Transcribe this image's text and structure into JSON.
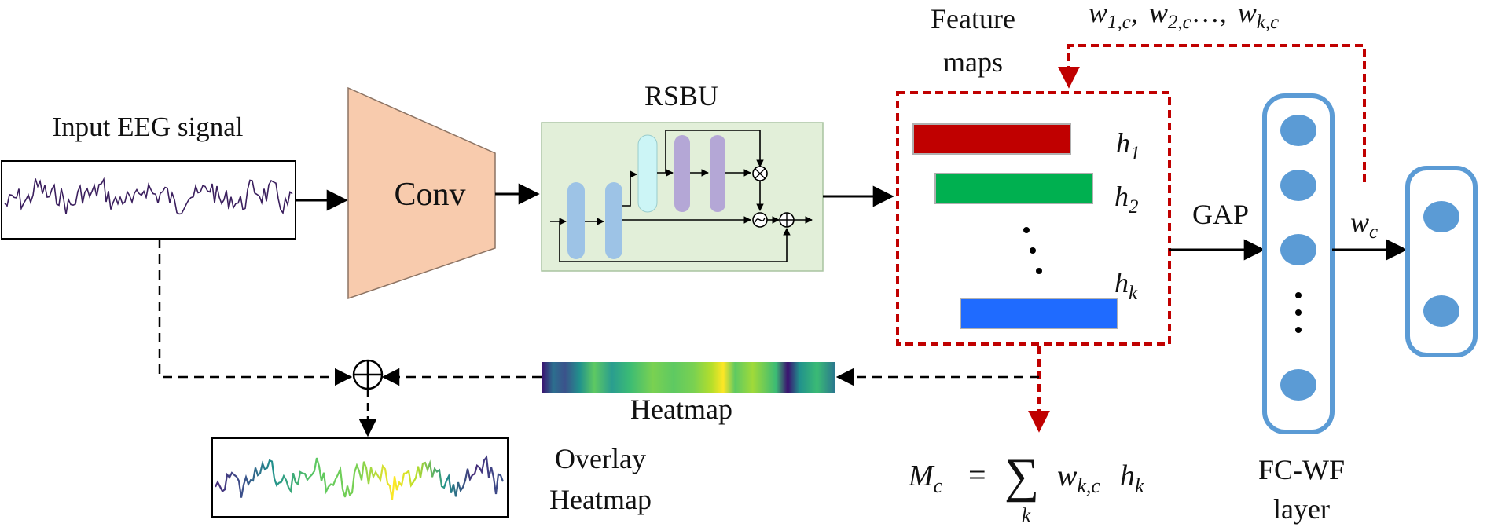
{
  "input": {
    "label": "Input EEG signal"
  },
  "conv": {
    "label": "Conv"
  },
  "rsbu": {
    "label": "RSBU"
  },
  "feature_maps": {
    "label_line1": "Feature",
    "label_line2": "maps",
    "maps": [
      {
        "name": "h",
        "sub": "1",
        "color": "#c00000"
      },
      {
        "name": "h",
        "sub": "2",
        "color": "#00b050"
      },
      {
        "name": "h",
        "sub": "k",
        "color": "#1f6bff"
      }
    ]
  },
  "weights_top": {
    "w1": {
      "base": "w",
      "sub": "1,c"
    },
    "w2": {
      "base": "w",
      "sub": "2,c"
    },
    "wk": {
      "base": "w",
      "sub": "k,c"
    },
    "sep": ",",
    "ellipsis": "…"
  },
  "gap": {
    "label": "GAP"
  },
  "wc": {
    "base": "w",
    "sub": "c"
  },
  "fc_layer": {
    "label_line1": "FC-WF",
    "label_line2": "layer"
  },
  "heatmap": {
    "label": "Heatmap",
    "colors": [
      "#472d7b",
      "#35608d",
      "#21918c",
      "#3bbb75",
      "#6ccd5a",
      "#b5de2b",
      "#fde725"
    ]
  },
  "overlay": {
    "label_line1": "Overlay",
    "label_line2": "Heatmap"
  },
  "formula": {
    "lhs_base": "M",
    "lhs_sub": "c",
    "eq": "=",
    "sum": "∑",
    "sum_index": "k",
    "term_w_base": "w",
    "term_w_sub": "k,c",
    "term_h_base": "h",
    "term_h_sub": "k"
  },
  "colors": {
    "dashed_red": "#c00000",
    "fc_border": "#5b9bd5",
    "node_fill": "#5b9bd5",
    "conv_fill": "#f8cbad",
    "rsbu_fill": "#e2efd9",
    "eeg_line": "#3b1f5e"
  }
}
